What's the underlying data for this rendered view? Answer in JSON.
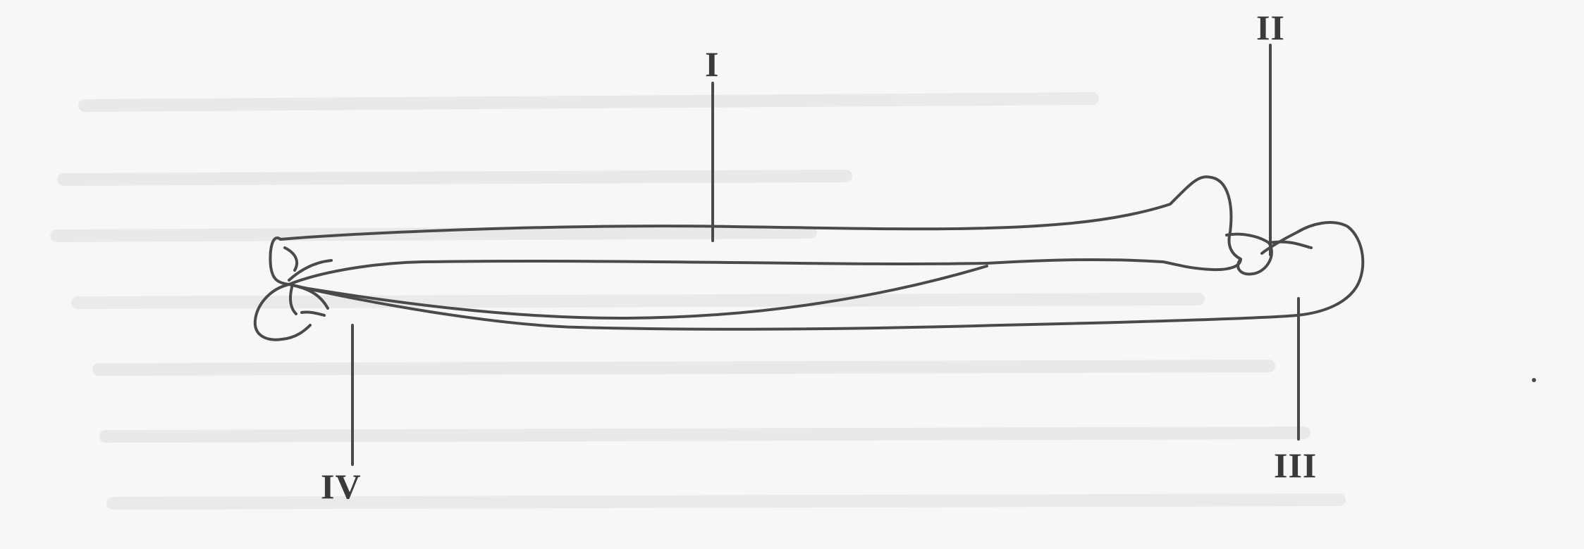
{
  "labels": {
    "label_1": "I",
    "label_2": "II",
    "label_3": "III",
    "label_4": "IV"
  },
  "colors": {
    "background": "#f7f7f7",
    "stroke": "#4a4a4a",
    "faint": "#e6e6e6"
  }
}
